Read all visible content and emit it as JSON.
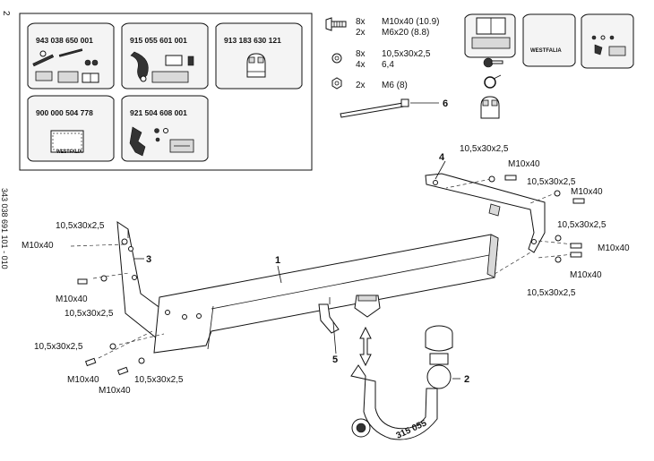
{
  "page_number": "2",
  "side_code": "343 038 691 101 - 010",
  "kits": [
    {
      "part_no": "943 038 650 001"
    },
    {
      "part_no": "915 055 601 001"
    },
    {
      "part_no": "913 183 630 121"
    },
    {
      "part_no": "900 000 504 778",
      "brand": "WESTFALIA"
    },
    {
      "part_no": "921 504 608 001"
    }
  ],
  "hardware_legend": [
    {
      "qty": "8x",
      "spec": "M10x40 (10.9)",
      "icon": "bolt-icon"
    },
    {
      "qty": "2x",
      "spec": "M6x20 (8.8)",
      "icon": "bolt-icon"
    },
    {
      "qty": "8x",
      "spec": "10,5x30x2,5",
      "icon": "washer-icon"
    },
    {
      "qty": "4x",
      "spec": "6,4",
      "icon": "washer-icon"
    },
    {
      "qty": "2x",
      "spec": "M6 (8)",
      "icon": "nut-icon"
    },
    {
      "qty": "",
      "spec": "6",
      "icon": "cable-tie-icon"
    }
  ],
  "accessory_bags": [
    {
      "brand": ""
    },
    {
      "brand": "WESTFALIA"
    },
    {
      "brand": ""
    }
  ],
  "part_numbers": [
    "1",
    "2",
    "3",
    "4",
    "5",
    "6"
  ],
  "ball_code": "315 055",
  "callouts": {
    "right_top_washer": "10,5x30x2,5",
    "right_top_bolt": "M10x40",
    "right_mid_washer": "10,5x30x2,5",
    "right_mid_bolt": "M10x40",
    "right_low_washer": "10,5x30x2,5",
    "right_low_bolt_a": "M10x40",
    "right_low_bolt_b": "M10x40",
    "right_bottom_washer": "10,5x30x2,5",
    "left_top_washer": "10,5x30x2,5",
    "left_top_bolt": "M10x40",
    "left_mid_bolt": "M10x40",
    "left_mid_washer": "10,5x30x2,5",
    "left_low_washer": "10,5x30x2,5",
    "left_low_bolt_a": "M10x40",
    "left_low_bolt_b": "M10x40",
    "left_low_washer_b": "10,5x30x2,5"
  }
}
